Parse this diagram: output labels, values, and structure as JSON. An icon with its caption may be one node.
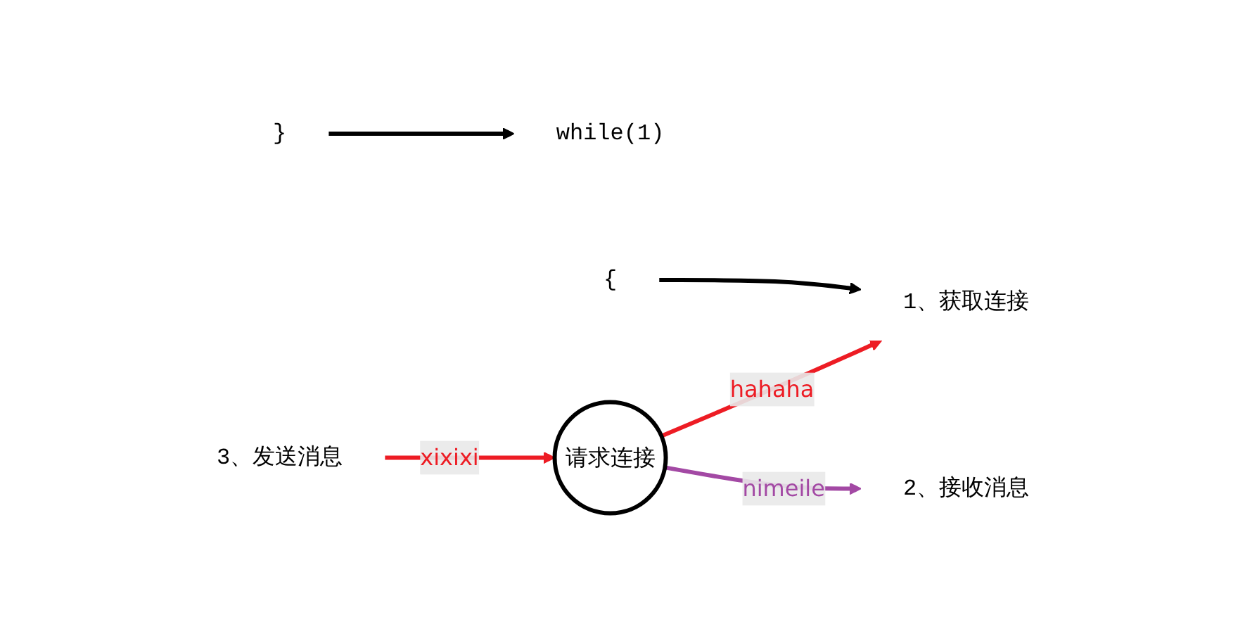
{
  "diagram": {
    "nodes": [
      {
        "text": [
          "while(1)"
        ]
      },
      {
        "text": [
          "{"
        ]
      },
      {
        "text": [
          "1、获取连接"
        ]
      },
      {
        "text": [
          "2、接收消息"
        ]
      },
      {
        "text": [
          "3、发送消息"
        ]
      },
      {
        "text": [
          "}"
        ]
      },
      {
        "text": [
          "请求连接"
        ]
      }
    ],
    "edges": [
      {
        "from": 5,
        "to": 0,
        "arrow": "to"
      },
      {
        "from": 1,
        "to": 2,
        "arrow": "to"
      },
      {
        "from": 6,
        "to": 2,
        "arrow": "to",
        "label": "hahaha",
        "color": "#ed1c24"
      },
      {
        "from": 6,
        "to": 3,
        "arrow": "to",
        "label": "nimeile",
        "color": "#a349a4"
      },
      {
        "from": 4,
        "to": 6,
        "arrow": "to",
        "label": "xixixi",
        "color": "#ed1c24"
      }
    ]
  }
}
